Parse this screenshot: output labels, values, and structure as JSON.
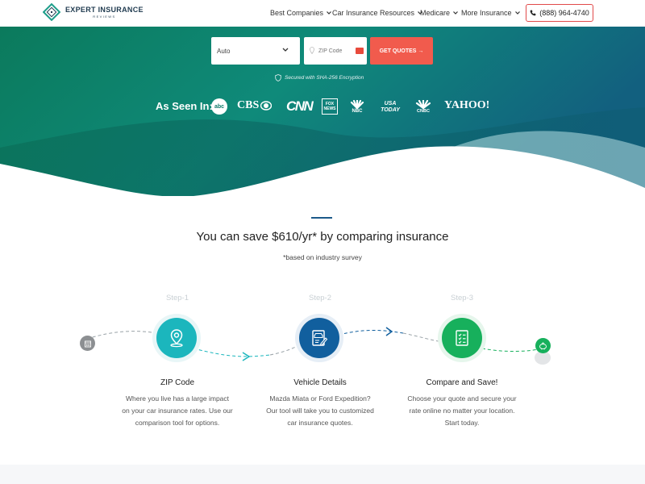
{
  "header": {
    "logo": {
      "line1": "EXPERT INSURANCE",
      "line2": "REVIEWS"
    },
    "nav": [
      {
        "label": "Best Companies"
      },
      {
        "label": "Car Insurance Resources"
      },
      {
        "label": "Medicare"
      },
      {
        "label": "More Insurance"
      }
    ],
    "phone": "(888) 964-4740"
  },
  "hero": {
    "select_value": "Auto",
    "zip_placeholder": "ZIP Code",
    "quote_button": "GET QUOTES →",
    "secure_text": "Secured with SHA-256 Encryption",
    "as_seen_in": "As Seen In:",
    "brands": [
      "abc",
      "CBS",
      "CNN",
      "FOX NEWS",
      "NBC",
      "USA TODAY",
      "CNBC",
      "YAHOO!"
    ]
  },
  "savings": {
    "title": "You can save $610/yr* by comparing insurance",
    "subtitle": "*based on industry survey"
  },
  "steps": [
    {
      "label": "Step-1",
      "title": "ZIP Code",
      "desc": [
        "Where you live has a large impact",
        "on your car insurance rates. Use our",
        "comparison tool for options."
      ]
    },
    {
      "label": "Step-2",
      "title": "Vehicle Details",
      "desc": [
        "Mazda Miata or Ford Expedition?",
        "Our tool will take you to customized",
        "car insurance quotes."
      ]
    },
    {
      "label": "Step-3",
      "title": "Compare and Save!",
      "desc": [
        "Choose your quote and secure your",
        "rate online no matter your location.",
        "Start today."
      ]
    }
  ],
  "colors": {
    "teal_dark": "#0a7a5f",
    "blue_dark": "#115f7f",
    "accent_red": "#f15b4d",
    "step1": "#1bb6bd",
    "step2": "#115f9e",
    "step3": "#17b05c"
  }
}
